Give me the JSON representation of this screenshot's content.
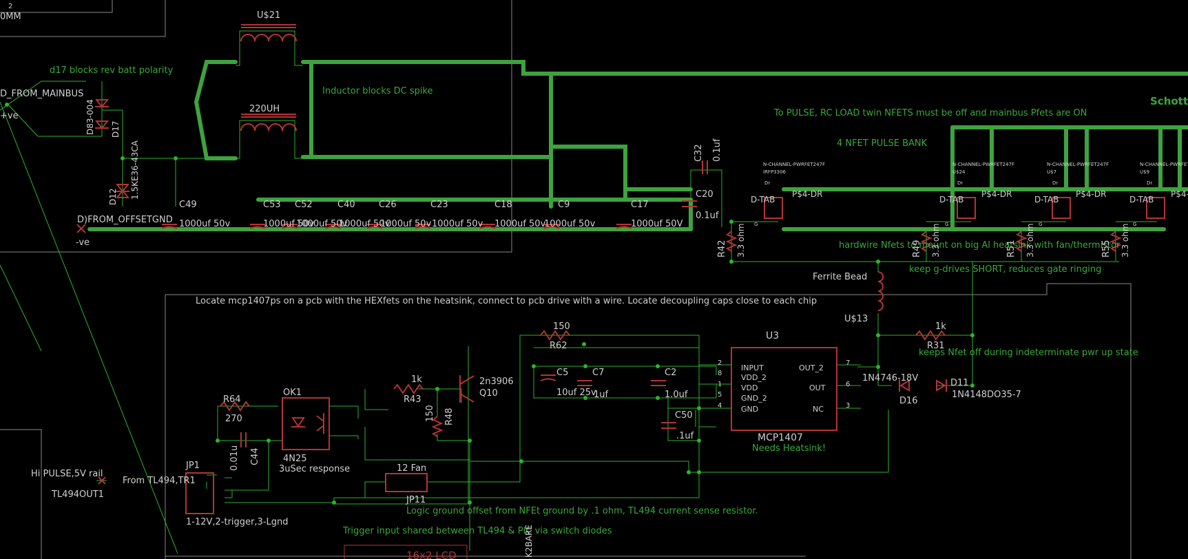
{
  "colors": {
    "background": "#000000",
    "wire": "#3ea33e",
    "net": "#2bb52b",
    "part": "#b53434",
    "partText": "#d0d0d0",
    "note": "#3aa83a",
    "frame": "#8a8a8a"
  },
  "notes": {
    "d17": "d17 blocks rev batt polarity",
    "inductor": "Inductor blocks DC spike",
    "pulse": "To PULSE, RC LOAD twin NFETS must be off and mainbus Pfets are ON",
    "bank": "4 NFET PULSE BANK",
    "schottky": "Schottk",
    "hardwire": "hardwire Nfets to mount on big Al heatsink with fan/thermistor",
    "gdrive": "keep g-drives SHORT, reduces gate ringing",
    "locate": "Locate mcp1407ps on a  pcb  with the HEXfets on the heatsink, connect to pcb drive with a wire. Locate decoupling caps close to each chip",
    "keeps": "keeps Nfet off during indeterminate pwr up state",
    "heatsink": "Needs Heatsink!",
    "logic": "Logic ground offset from NFEt ground by .1 ohm, TL494  current sense resistor.",
    "trigger": "Trigger input shared between  TL494 & PIC via switch diodes"
  },
  "nets": {
    "mainbus": "D_FROM_MAINBUS",
    "ve_top": "+ve",
    "offset": "D)FROM_OFFSETGND",
    "ve_bot": "-ve",
    "hipulse": "Hi PULSE,5V rail",
    "from494": "From TL494,TR1",
    "tl494out": "TL494OUT1",
    "mm": "0MM",
    "two": "2"
  },
  "parts": {
    "u21": "U$21",
    "uh220": "220UH",
    "d83": "D83-004",
    "d17": "D17",
    "d12": "D12",
    "tvs": "1.5KE36-43CA",
    "c49": "C49",
    "c49v": "1000uf 50v",
    "c53": "C53",
    "c52": "C52",
    "c40": "C40",
    "c26": "C26",
    "c23": "C23",
    "c18": "C18",
    "c9": "C9",
    "c17": "C17",
    "c53v": "1000uf 50v",
    "c52v": "1000uf 50v",
    "c40v": "1000uf 50v",
    "c26v": "1000uf 50v",
    "c23v": "1000uf 50v",
    "c18v": "1000uf 50v",
    "c9v": "1000uf 50v",
    "c17v": "1000uf 50V",
    "c32": "C32",
    "c32v": "0.1uf",
    "c20": "C20",
    "c20v": "0.1uf",
    "fetType": "N-CHANNEL-PWRFET247F",
    "irf": "IRFP3306",
    "us24": "U$24",
    "us7": "U$7",
    "us9": "U$9",
    "dtab": "D-TAB",
    "psdr": "P$4-DR",
    "dr": "Dr",
    "g": "G",
    "r42": "R42",
    "r49": "R49",
    "r51": "R51",
    "r55": "R55",
    "ohm": "3.3 ohm",
    "ferrite": "Ferrite Bead",
    "us13": "U$13",
    "r31v": "1k",
    "r31": "R31",
    "r62v": "150",
    "r62": "R62",
    "u3": "U3",
    "mcp": "MCP1407",
    "pin_input": "INPUT",
    "pin_vdd2": "VDD_2",
    "pin_vdd": "VDD",
    "pin_gnd2": "GND_2",
    "pin_gnd": "GND",
    "pin_out2": "OUT_2",
    "pin_out": "OUT",
    "pin_nc": "NC",
    "pn2": "2",
    "pn8": "8",
    "pn1": "1",
    "pn5": "5",
    "pn4": "4",
    "pn7": "7",
    "pn6": "6",
    "pn3": "3",
    "zener": "1N4746-18V",
    "d16": "D16",
    "d11": "D11",
    "d11v": "1N4148DO35-7",
    "c5": "C5",
    "c5v": "10uf 25v",
    "c7": "C7",
    "c7v": "1uf",
    "c2": "C2",
    "c2v": "1.0uf",
    "c50": "C50",
    "c50v": ".1uf",
    "r43v": "1k",
    "r43": "R43",
    "q10v": "2n3906",
    "q10": "Q10",
    "r48v": "150",
    "r48": "R48",
    "ok1": "OK1",
    "ok1v": "4N25",
    "ok1n": "3uSec response",
    "r64": "R64",
    "r64v": "270",
    "c44": "C44",
    "c44v": "0.01u",
    "fan": "12 Fan",
    "jp11": "JP11",
    "jp1": "JP1",
    "jp1n": "1-12V,2-trigger,3-Lgnd",
    "lcd": "16x2 LCD",
    "bare": "K2BARE"
  }
}
